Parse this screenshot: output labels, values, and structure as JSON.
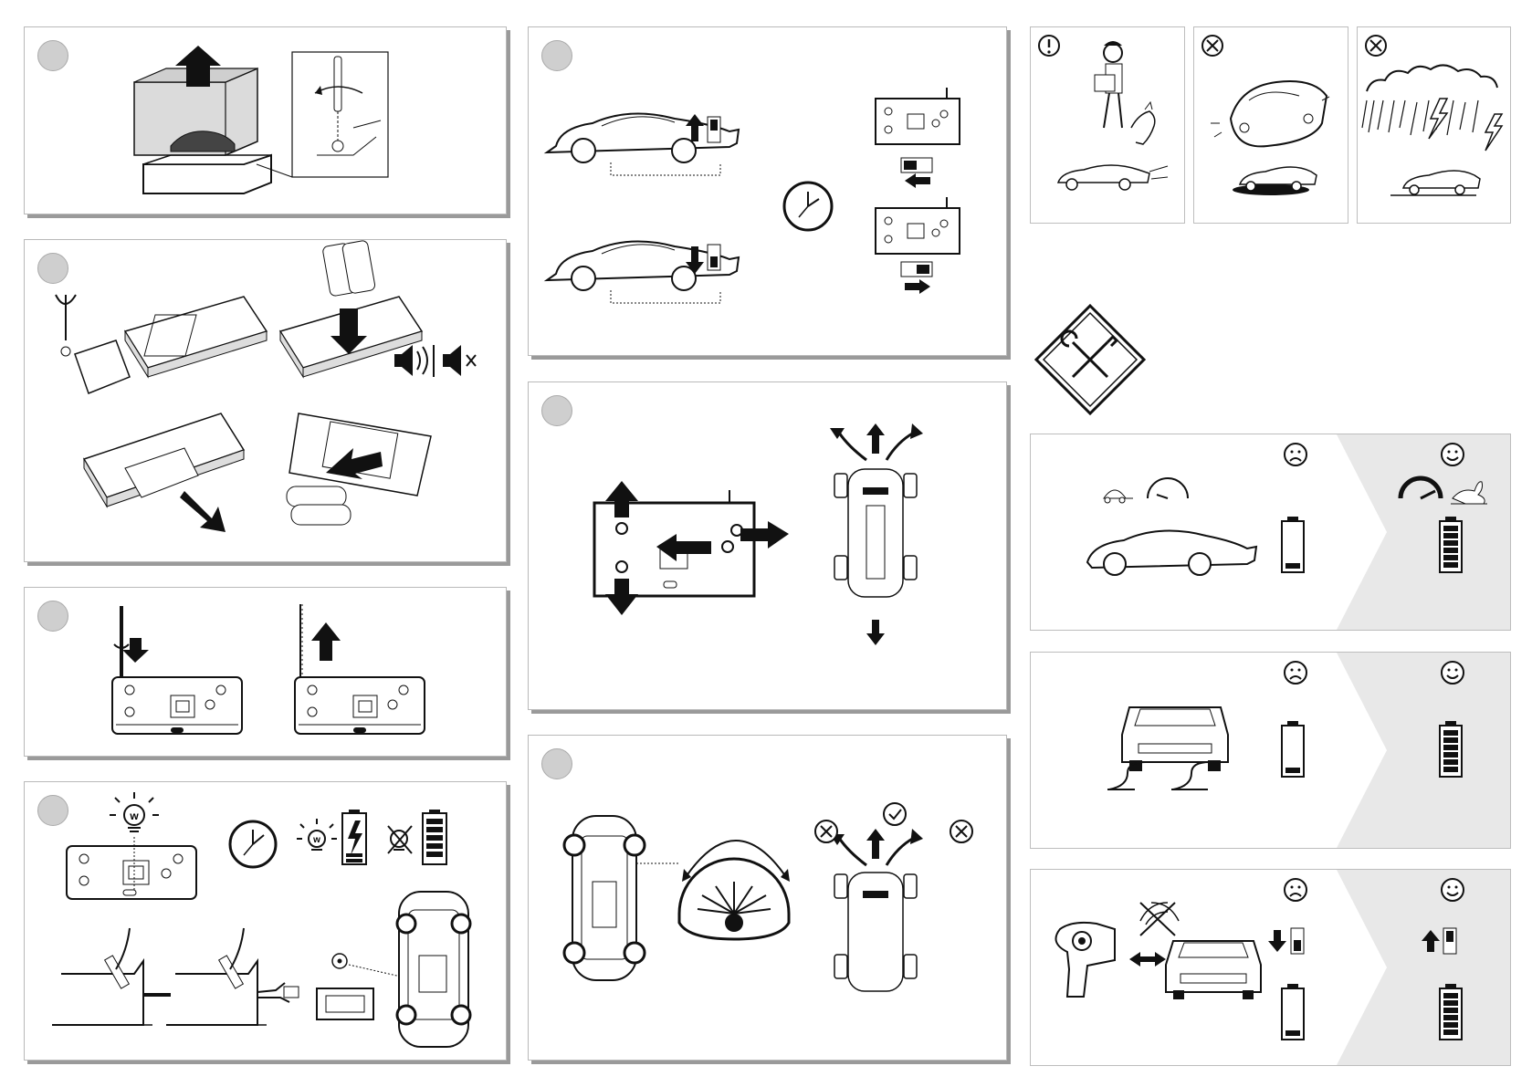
{
  "page": {
    "type": "pictorial-instruction-sheet",
    "text_content": []
  },
  "steps": [
    {
      "id": "unbox-and-remove-screw",
      "marker": "step-circle"
    },
    {
      "id": "remote-battery-install",
      "marker": "step-circle"
    },
    {
      "id": "antenna-extend",
      "marker": "step-circle"
    },
    {
      "id": "charge-car",
      "marker": "step-circle"
    },
    {
      "id": "power-switch-forward-backward",
      "marker": "step-circle"
    },
    {
      "id": "steering-controls",
      "marker": "step-circle"
    },
    {
      "id": "steering-trim",
      "marker": "step-circle"
    }
  ],
  "icons": {
    "warning": "exclamation-circle-icon",
    "prohibited": "cross-circle-icon",
    "sad": "sad-face-icon",
    "happy": "happy-face-icon",
    "tools": "wrench-screwdriver-icon",
    "clock": "clock-icon",
    "speaker_on": "speaker-on-icon",
    "speaker_off": "speaker-mute-icon",
    "battery_low": "battery-low-icon",
    "battery_full": "battery-full-icon",
    "check": "check-circle-icon"
  },
  "colors": {
    "line": "#111111",
    "panel_border": "#b9b9b9",
    "panel_shadow": "#9a9a9a",
    "step_marker": "#cfcfcf",
    "troubleshoot_shade": "#e8e8e8"
  }
}
